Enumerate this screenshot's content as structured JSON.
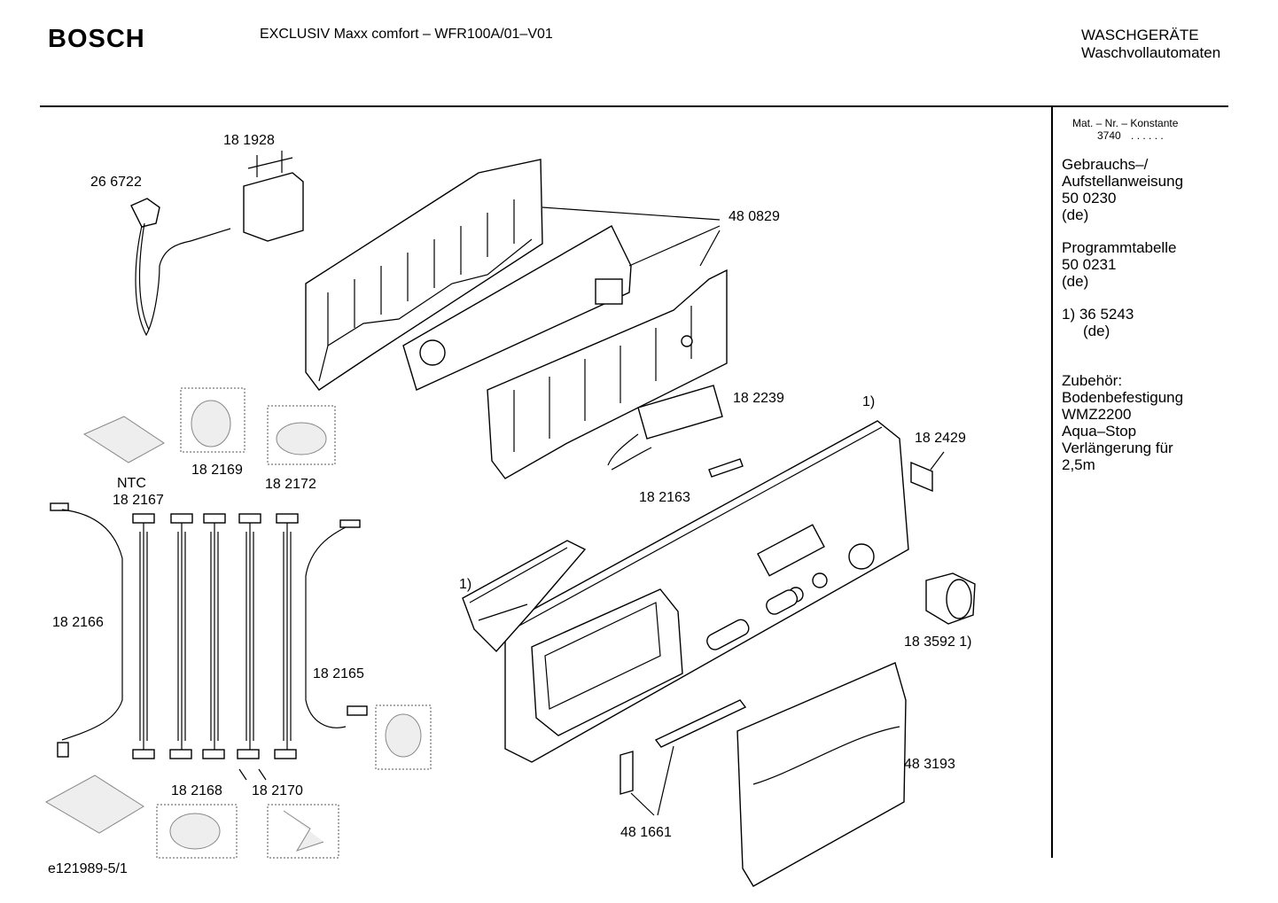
{
  "header": {
    "brand": "BOSCH",
    "model": "EXCLUSIV Maxx comfort – WFR100A/01–V01",
    "category": "WASCHGERÄTE",
    "subcategory": "Waschvollautomaten"
  },
  "side_panel": {
    "mat_title": "Mat. – Nr. – Konstante",
    "mat_value": "3740",
    "dots": ". .  . . . .",
    "manual_line1": "Gebrauchs–/",
    "manual_line2": "Aufstellanweisung",
    "manual_number": "50 0230",
    "manual_lang": "(de)",
    "program_title": "Programmtabelle",
    "program_number": "50 0231",
    "program_lang": "(de)",
    "note_ref": "1) 36 5243",
    "note_lang": "(de)",
    "acc_title": "Zubehör:",
    "acc_line1": "Bodenbefestigung",
    "acc_line2": "WMZ2200",
    "acc_line3": "Aqua–Stop",
    "acc_line4": "Verlängerung für",
    "acc_line5": "2,5m"
  },
  "parts": {
    "p181928": "18 1928",
    "p266722": "26 6722",
    "p480829": "48 0829",
    "p182239": "18 2239",
    "p182429": "18 2429",
    "p182163": "18 2163",
    "ntc": "NTC",
    "p182167": "18 2167",
    "p182169": "18 2169",
    "p182172": "18 2172",
    "p182166": "18 2166",
    "p182165": "18 2165",
    "p182168": "18 2168",
    "p182170": "18 2170",
    "p183592": "18 3592 1)",
    "p483193": "48 3193",
    "p481661": "48 1661",
    "note_panel": "1)",
    "note_seal": "1)"
  },
  "footer": {
    "doc_id": "e121989-5/1"
  }
}
